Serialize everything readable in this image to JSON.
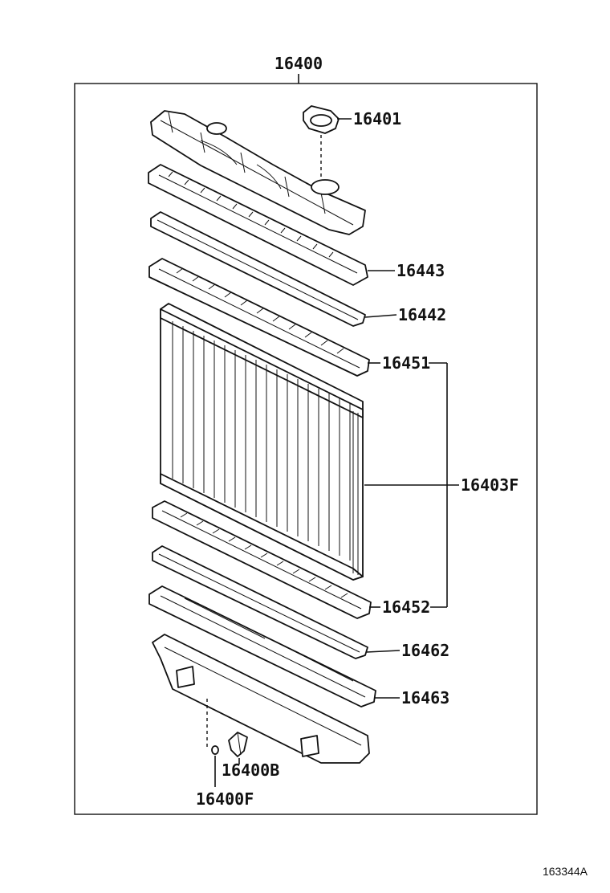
{
  "assembly_label": "16400",
  "part_labels": {
    "cap": "16401",
    "upper_tank_gasket_a": "16443",
    "upper_tank_gasket_b": "16442",
    "upper_seat": "16451",
    "core": "16403F",
    "lower_seat": "16452",
    "lower_gasket": "16462",
    "lower_tank": "16463",
    "drain_cock": "16400B",
    "drain_oring": "16400F"
  },
  "reference_code": "163344A"
}
